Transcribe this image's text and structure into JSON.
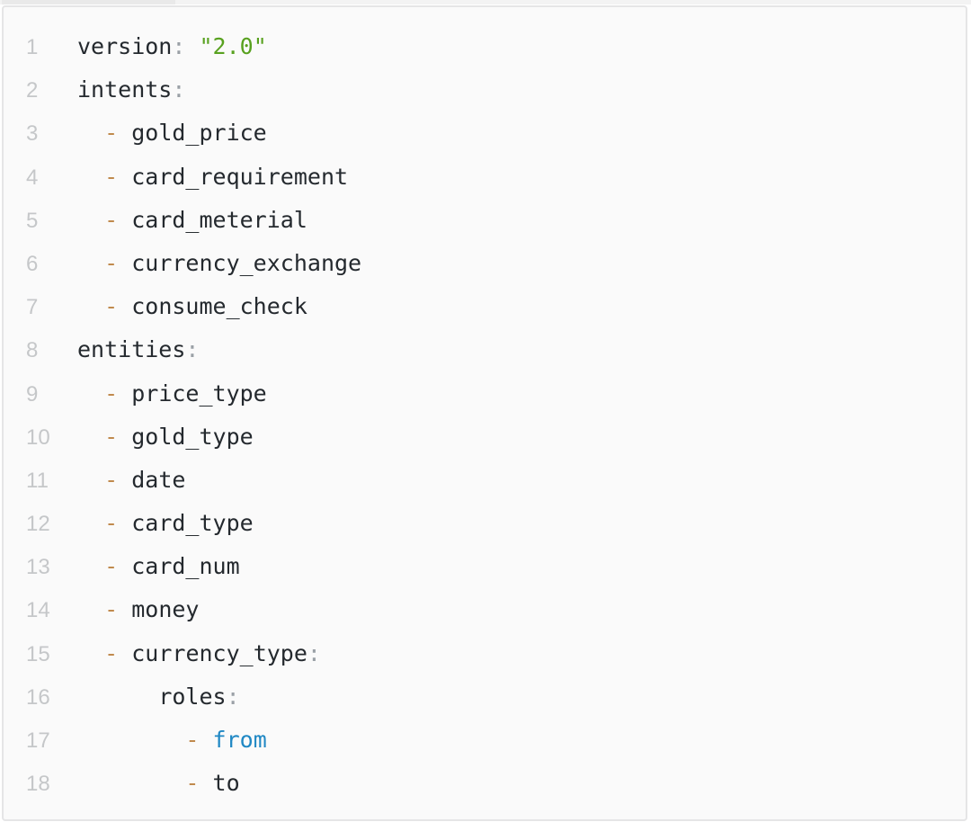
{
  "colors": {
    "page_background": "#ffffff",
    "code_block_background": "#fafafa",
    "code_block_border": "#e5e5e6",
    "tab_strip": "#f3f3f3",
    "tab_remnant": "#e9e9e9"
  },
  "syntax_colors": {
    "key": "#24292e",
    "text": "#24292e",
    "colon": "#9aa0a6",
    "dash": "#c08a4d",
    "string": "#58a11f",
    "keyword": "#2088c4",
    "line_number": "#c5c7c9"
  },
  "code": {
    "lines": [
      {
        "number": "1",
        "tokens": [
          {
            "t": "version",
            "c": "key"
          },
          {
            "t": ":",
            "c": "colon"
          },
          {
            "t": " ",
            "c": "text"
          },
          {
            "t": "\"2.0\"",
            "c": "string"
          }
        ]
      },
      {
        "number": "2",
        "tokens": [
          {
            "t": "intents",
            "c": "key"
          },
          {
            "t": ":",
            "c": "colon"
          }
        ]
      },
      {
        "number": "3",
        "tokens": [
          {
            "t": "  ",
            "c": "text"
          },
          {
            "t": "-",
            "c": "dash"
          },
          {
            "t": " gold_price",
            "c": "text"
          }
        ]
      },
      {
        "number": "4",
        "tokens": [
          {
            "t": "  ",
            "c": "text"
          },
          {
            "t": "-",
            "c": "dash"
          },
          {
            "t": " card_requirement",
            "c": "text"
          }
        ]
      },
      {
        "number": "5",
        "tokens": [
          {
            "t": "  ",
            "c": "text"
          },
          {
            "t": "-",
            "c": "dash"
          },
          {
            "t": " card_meterial",
            "c": "text"
          }
        ]
      },
      {
        "number": "6",
        "tokens": [
          {
            "t": "  ",
            "c": "text"
          },
          {
            "t": "-",
            "c": "dash"
          },
          {
            "t": " currency_exchange",
            "c": "text"
          }
        ]
      },
      {
        "number": "7",
        "tokens": [
          {
            "t": "  ",
            "c": "text"
          },
          {
            "t": "-",
            "c": "dash"
          },
          {
            "t": " consume_check",
            "c": "text"
          }
        ]
      },
      {
        "number": "8",
        "tokens": [
          {
            "t": "entities",
            "c": "key"
          },
          {
            "t": ":",
            "c": "colon"
          }
        ]
      },
      {
        "number": "9",
        "tokens": [
          {
            "t": "  ",
            "c": "text"
          },
          {
            "t": "-",
            "c": "dash"
          },
          {
            "t": " price_type",
            "c": "text"
          }
        ]
      },
      {
        "number": "10",
        "tokens": [
          {
            "t": "  ",
            "c": "text"
          },
          {
            "t": "-",
            "c": "dash"
          },
          {
            "t": " gold_type",
            "c": "text"
          }
        ]
      },
      {
        "number": "11",
        "tokens": [
          {
            "t": "  ",
            "c": "text"
          },
          {
            "t": "-",
            "c": "dash"
          },
          {
            "t": " date",
            "c": "text"
          }
        ]
      },
      {
        "number": "12",
        "tokens": [
          {
            "t": "  ",
            "c": "text"
          },
          {
            "t": "-",
            "c": "dash"
          },
          {
            "t": " card_type",
            "c": "text"
          }
        ]
      },
      {
        "number": "13",
        "tokens": [
          {
            "t": "  ",
            "c": "text"
          },
          {
            "t": "-",
            "c": "dash"
          },
          {
            "t": " card_num",
            "c": "text"
          }
        ]
      },
      {
        "number": "14",
        "tokens": [
          {
            "t": "  ",
            "c": "text"
          },
          {
            "t": "-",
            "c": "dash"
          },
          {
            "t": " money",
            "c": "text"
          }
        ]
      },
      {
        "number": "15",
        "tokens": [
          {
            "t": "  ",
            "c": "text"
          },
          {
            "t": "-",
            "c": "dash"
          },
          {
            "t": " ",
            "c": "text"
          },
          {
            "t": "currency_type",
            "c": "key"
          },
          {
            "t": ":",
            "c": "colon"
          }
        ]
      },
      {
        "number": "16",
        "tokens": [
          {
            "t": "      ",
            "c": "text"
          },
          {
            "t": "roles",
            "c": "key"
          },
          {
            "t": ":",
            "c": "colon"
          }
        ]
      },
      {
        "number": "17",
        "tokens": [
          {
            "t": "        ",
            "c": "text"
          },
          {
            "t": "-",
            "c": "dash"
          },
          {
            "t": " ",
            "c": "text"
          },
          {
            "t": "from",
            "c": "keyword"
          }
        ]
      },
      {
        "number": "18",
        "tokens": [
          {
            "t": "        ",
            "c": "text"
          },
          {
            "t": "-",
            "c": "dash"
          },
          {
            "t": " to",
            "c": "text"
          }
        ]
      }
    ]
  }
}
